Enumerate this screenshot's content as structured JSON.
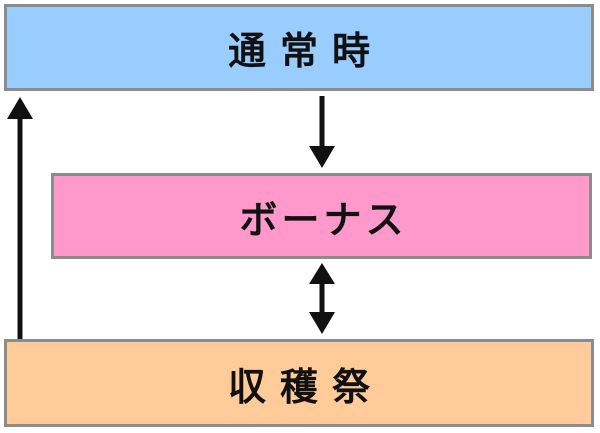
{
  "diagram": {
    "nodes": {
      "normal": {
        "label": "通常時",
        "color": "#99ccff"
      },
      "bonus": {
        "label": "ボーナス",
        "color": "#ff99cc"
      },
      "harvest": {
        "label": "収穫祭",
        "color": "#ffcc99"
      }
    },
    "edges": [
      {
        "from": "normal",
        "to": "bonus",
        "direction": "one-way"
      },
      {
        "from": "bonus",
        "to": "harvest",
        "direction": "two-way"
      },
      {
        "from": "harvest",
        "to": "normal",
        "direction": "one-way"
      }
    ],
    "border_color": "#8c8c8c",
    "arrow_color": "#111111"
  }
}
